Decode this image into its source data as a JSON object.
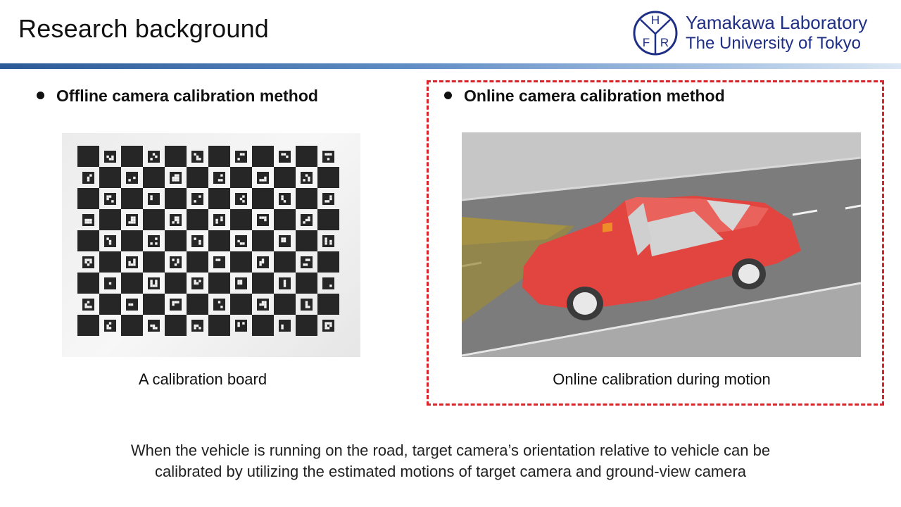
{
  "slide": {
    "title": "Research background"
  },
  "lab": {
    "logo_letters": [
      "H",
      "F",
      "R"
    ],
    "name": "Yamakawa Laboratory",
    "university": "The University of Tokyo",
    "brand_color": "#1f2f86"
  },
  "left": {
    "heading": "Offline camera calibration method",
    "image_caption": "A calibration board"
  },
  "right": {
    "heading": "Online camera calibration method",
    "image_caption": "Online calibration during motion",
    "highlight_color": "#d9232a"
  },
  "footnote": {
    "line1": "When the vehicle is running on the road, target camera’s orientation relative to vehicle can be",
    "line2": "calibrated by utilizing the estimated motions of target camera and ground-view camera"
  }
}
